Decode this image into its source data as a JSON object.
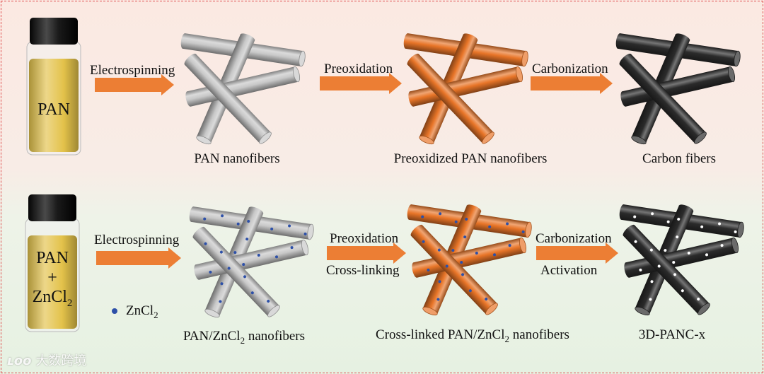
{
  "colors": {
    "gray_fiber": "#c8c8c8",
    "orange_fiber": "#e87528",
    "black_fiber": "#2b2b2b",
    "arrow": "#ec7e34",
    "zn_dot": "#2d50a8",
    "vial_powder": "#e3c24a",
    "border": "#e05050"
  },
  "row1": {
    "vial_label": "PAN",
    "step1": "Electrospinning",
    "step2": "Preoxidation",
    "step3": "Carbonization",
    "caption1": "PAN nanofibers",
    "caption2": "Preoxidized PAN nanofibers",
    "caption3": "Carbon fibers"
  },
  "row2": {
    "vial_line1": "PAN",
    "vial_line2": "+",
    "vial_line3_base": "ZnCl",
    "vial_line3_sub": "2",
    "step1": "Electrospinning",
    "step2_top": "Preoxidation",
    "step2_bottom": "Cross-linking",
    "step3_top": "Carbonization",
    "step3_bottom": "Activation",
    "legend_base": "ZnCl",
    "legend_sub": "2",
    "caption1_base": "PAN/ZnCl",
    "caption1_sub": "2",
    "caption1_tail": " nanofibers",
    "caption2_base": "Cross-linked PAN/ZnCl",
    "caption2_sub": "2",
    "caption2_tail": " nanofibers",
    "caption3": "3D-PANC-x"
  },
  "watermark": {
    "logo": "ʟoo",
    "text": "大数跨境"
  }
}
